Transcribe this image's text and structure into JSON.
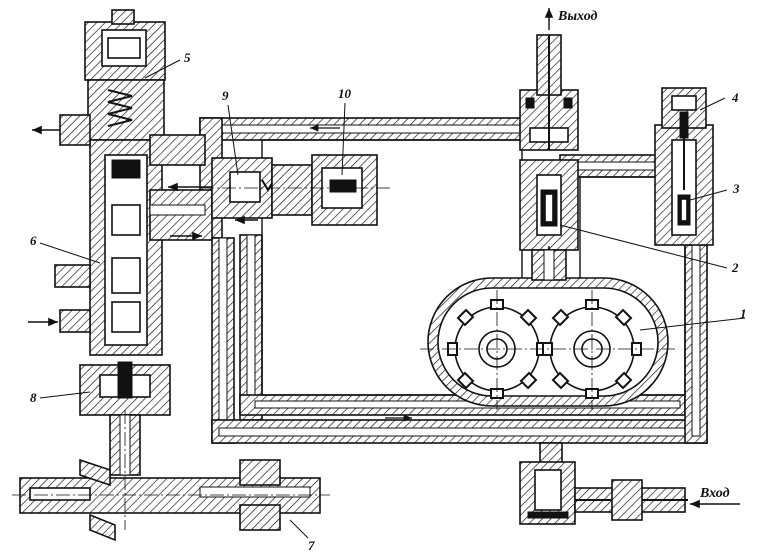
{
  "diagram": {
    "ports": {
      "outlet": "Выход",
      "inlet": "Вход"
    },
    "callouts": {
      "c1": "1",
      "c2": "2",
      "c3": "3",
      "c4": "4",
      "c5": "5",
      "c6": "6",
      "c7": "7",
      "c8": "8",
      "c9": "9",
      "c10": "10"
    },
    "colors": {
      "ink": "#111111",
      "paper": "#ffffff"
    }
  }
}
